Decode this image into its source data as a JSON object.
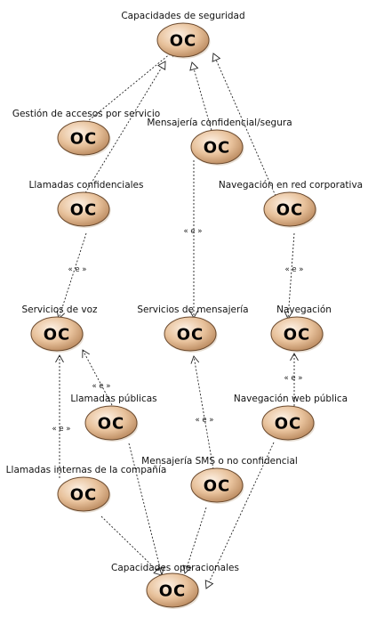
{
  "diagram": {
    "icon_text": "OC",
    "stereotype_label": "« e »",
    "colors": {
      "node_fill_light": "#fbe8d3",
      "node_fill_dark": "#b8875c",
      "node_stroke": "#6b4a2e",
      "line": "#222222"
    },
    "nodes": [
      {
        "id": "capacidades_seguridad",
        "label": "Capacidades de seguridad"
      },
      {
        "id": "gestion_accesos",
        "label": "Gestión de accesos por servicio"
      },
      {
        "id": "mensajeria_confidencial",
        "label": "Mensajería confidencial/segura"
      },
      {
        "id": "llamadas_confidenciales",
        "label": "Llamadas confidenciales"
      },
      {
        "id": "navegacion_red_corporativa",
        "label": "Navegación en red corporativa"
      },
      {
        "id": "servicios_voz",
        "label": "Servicios de voz"
      },
      {
        "id": "servicios_mensajeria",
        "label": "Servicios de mensajería"
      },
      {
        "id": "navegacion",
        "label": "Navegación"
      },
      {
        "id": "llamadas_publicas",
        "label": "Llamadas públicas"
      },
      {
        "id": "navegacion_web_publica",
        "label": "Navegación web pública"
      },
      {
        "id": "llamadas_internas",
        "label": "Llamadas internas de la compañía"
      },
      {
        "id": "mensajeria_sms",
        "label": "Mensajería SMS o no confidencial"
      },
      {
        "id": "capacidades_operacionales",
        "label": "Capacidades operacionales"
      }
    ],
    "edges": [
      {
        "id": "e1",
        "from": "gestion_accesos",
        "to": "capacidades_seguridad",
        "kind": "generalization"
      },
      {
        "id": "e2",
        "from": "llamadas_confidenciales",
        "to": "capacidades_seguridad",
        "kind": "generalization"
      },
      {
        "id": "e3",
        "from": "mensajeria_confidencial",
        "to": "capacidades_seguridad",
        "kind": "generalization"
      },
      {
        "id": "e4",
        "from": "navegacion_red_corporativa",
        "to": "capacidades_seguridad",
        "kind": "generalization"
      },
      {
        "id": "e5",
        "from": "llamadas_confidenciales",
        "to": "servicios_voz",
        "kind": "extend",
        "label": "« e »"
      },
      {
        "id": "e6",
        "from": "mensajeria_confidencial",
        "to": "servicios_mensajeria",
        "kind": "extend",
        "label": "« e »"
      },
      {
        "id": "e7",
        "from": "navegacion_red_corporativa",
        "to": "navegacion",
        "kind": "extend",
        "label": "« e »"
      },
      {
        "id": "e8",
        "from": "llamadas_publicas",
        "to": "servicios_voz",
        "kind": "extend",
        "label": "« e »"
      },
      {
        "id": "e9",
        "from": "llamadas_internas",
        "to": "servicios_voz",
        "kind": "extend",
        "label": "« e »"
      },
      {
        "id": "e10",
        "from": "mensajeria_sms",
        "to": "servicios_mensajeria",
        "kind": "extend",
        "label": "« e »"
      },
      {
        "id": "e11",
        "from": "navegacion_web_publica",
        "to": "navegacion",
        "kind": "extend",
        "label": "« e »"
      },
      {
        "id": "e12",
        "from": "llamadas_publicas",
        "to": "capacidades_operacionales",
        "kind": "generalization"
      },
      {
        "id": "e13",
        "from": "llamadas_internas",
        "to": "capacidades_operacionales",
        "kind": "generalization"
      },
      {
        "id": "e14",
        "from": "mensajeria_sms",
        "to": "capacidades_operacionales",
        "kind": "generalization"
      },
      {
        "id": "e15",
        "from": "navegacion_web_publica",
        "to": "capacidades_operacionales",
        "kind": "generalization"
      }
    ]
  }
}
